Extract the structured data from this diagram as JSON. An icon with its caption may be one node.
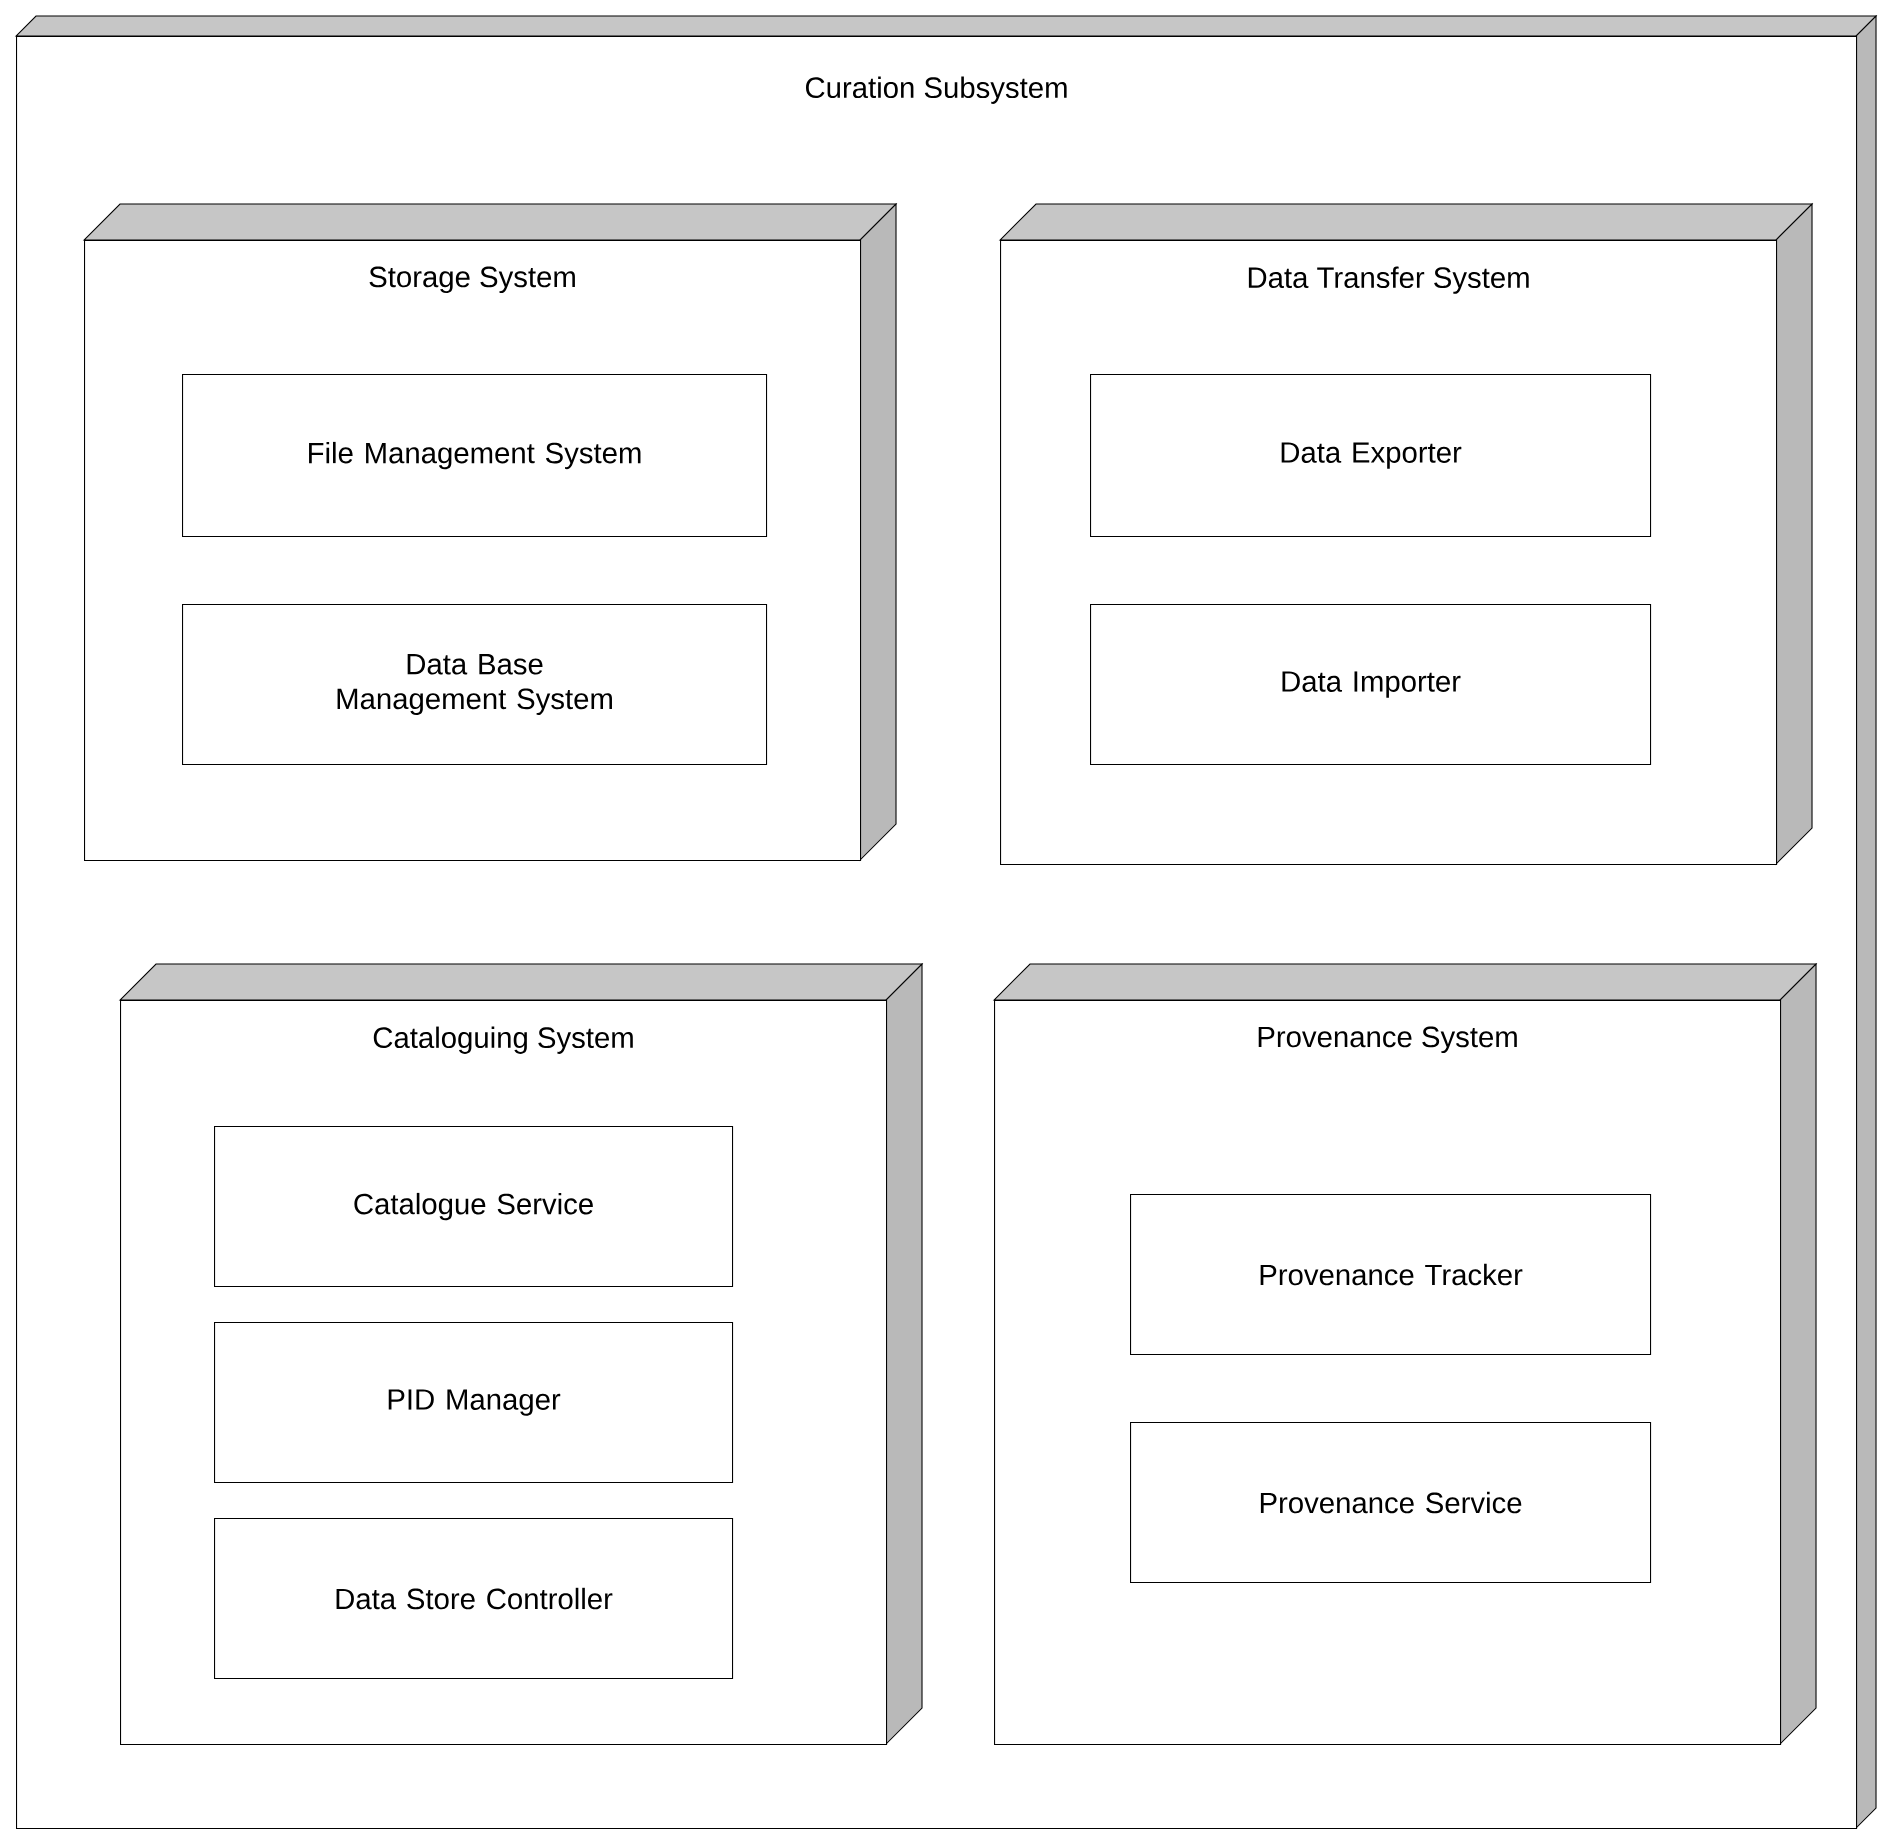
{
  "diagram": {
    "nodes": [
      {
        "text": [
          "Curation Subsystem"
        ]
      },
      {
        "text": [
          "Storage System"
        ],
        "in": 0
      },
      {
        "text": [
          "Data Transfer System"
        ],
        "in": 0
      },
      {
        "text": [
          "Cataloguing System"
        ],
        "in": 0
      },
      {
        "text": [
          "Provenance System"
        ],
        "in": 0
      },
      {
        "text": [
          "File Management System"
        ],
        "in": 1
      },
      {
        "text": [
          "Data Base Management System"
        ],
        "in": 1
      },
      {
        "text": [
          "Data Exporter"
        ],
        "in": 2
      },
      {
        "text": [
          "Data Importer"
        ],
        "in": 2
      },
      {
        "text": [
          "Catalogue Service"
        ],
        "in": 3
      },
      {
        "text": [
          "PID Manager"
        ],
        "in": 3
      },
      {
        "text": [
          "Data Store Controller"
        ],
        "in": 3
      },
      {
        "text": [
          "Provenance Tracker"
        ],
        "in": 4
      },
      {
        "text": [
          "Provenance Service"
        ],
        "in": 4
      }
    ]
  }
}
